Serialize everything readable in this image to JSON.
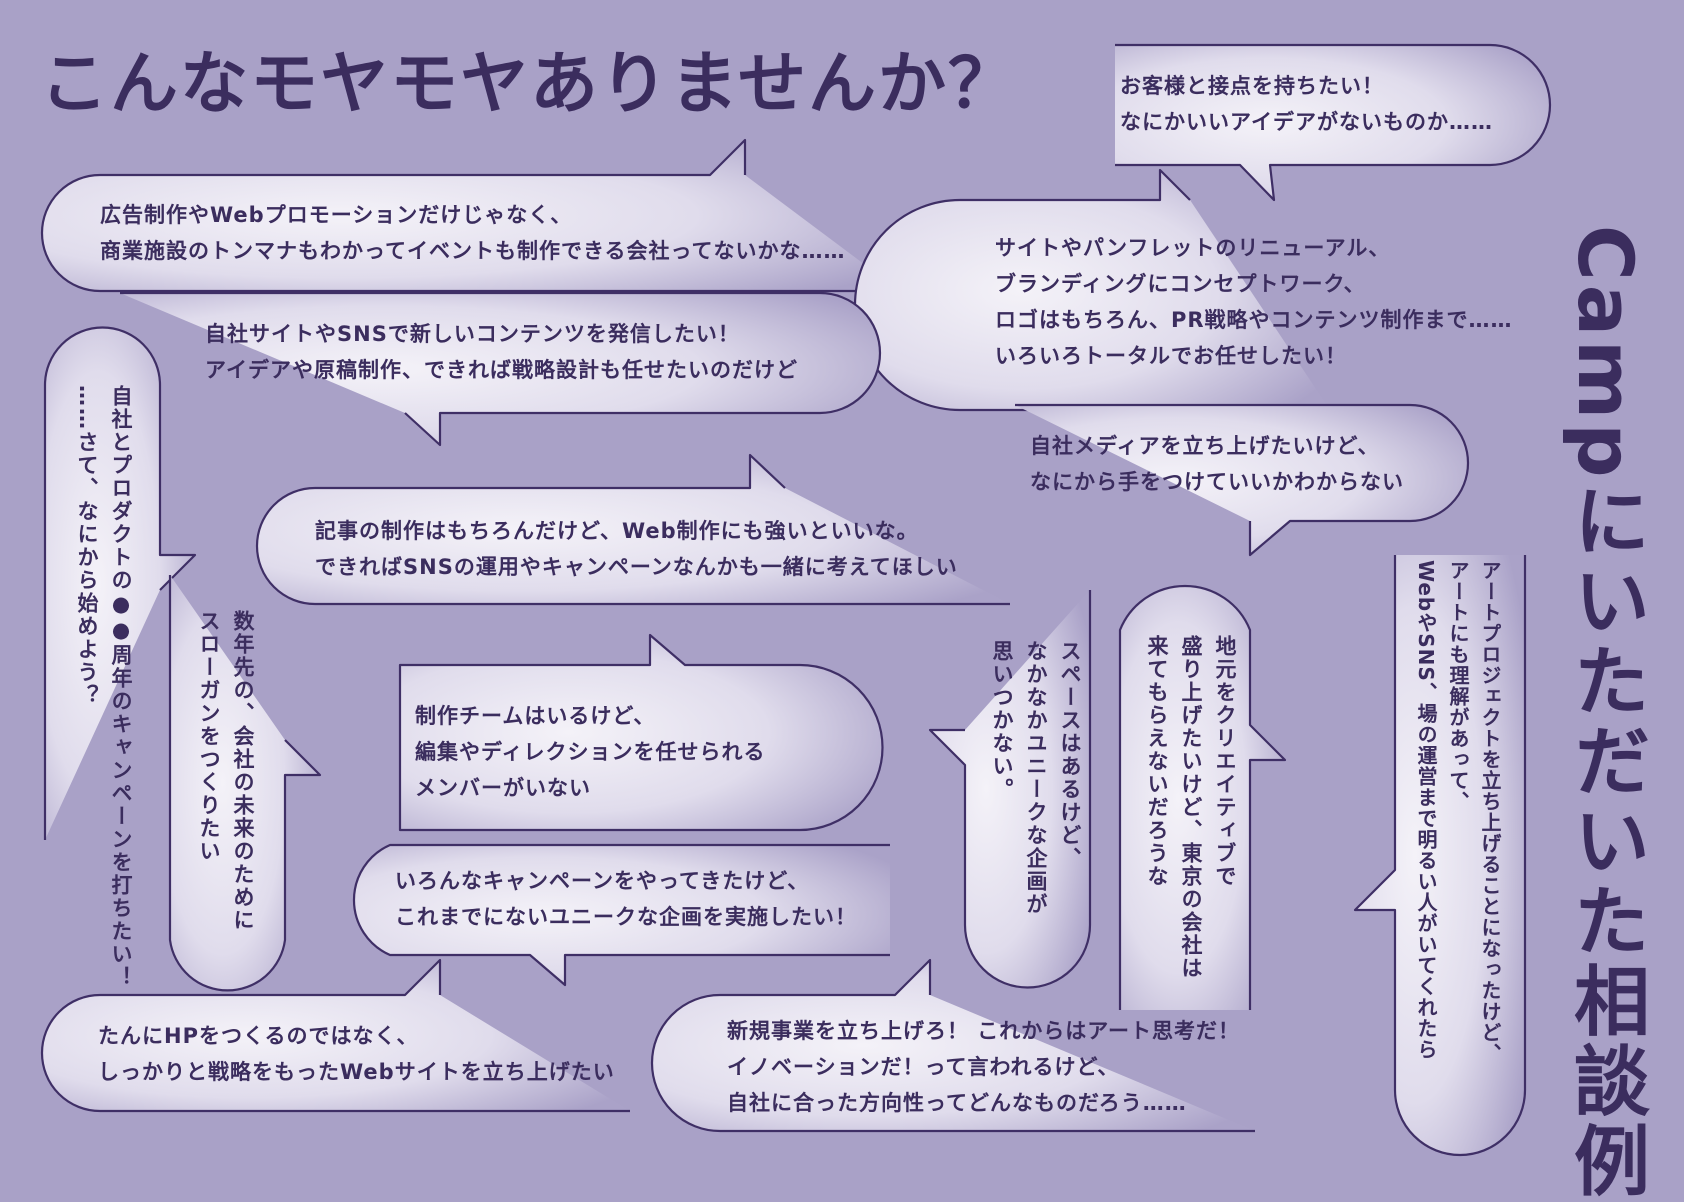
{
  "title": "こんなモヤモヤありませんか？",
  "side_heading": "Campにいただいた相談例",
  "bubbles": {
    "b1": {
      "lines": [
        "お客様と接点を持ちたい！",
        "なにかいいアイデアがないものか……"
      ]
    },
    "b2": {
      "lines": [
        "広告制作やWebプロモーションだけじゃなく、",
        "商業施設のトンマナもわかってイベントも制作できる会社ってないかな……"
      ]
    },
    "b3": {
      "lines": [
        "サイトやパンフレットのリニューアル、",
        "ブランディングにコンセプトワーク、",
        "ロゴはもちろん、PR戦略やコンテンツ制作まで……",
        "いろいろトータルでお任せしたい！"
      ]
    },
    "b4": {
      "lines": [
        "自社サイトやSNSで新しいコンテンツを発信したい！",
        "アイデアや原稿制作、できれば戦略設計も任せたいのだけど"
      ]
    },
    "b5": {
      "lines": [
        "自社メディアを立ち上げたいけど、",
        "なにから手をつけていいかわからない"
      ]
    },
    "b6": {
      "lines": [
        "記事の制作はもちろんだけど、Web制作にも強いといいな。",
        "できればSNSの運用やキャンペーンなんかも一緒に考えてほしい"
      ]
    },
    "b7": {
      "lines": [
        "自社とプロダクトの●●周年のキャンペーンを打ちたい！",
        "……さて、なにから始めよう？"
      ]
    },
    "b8": {
      "lines": [
        "数年先の、会社の未来のために",
        "スローガンをつくりたい"
      ]
    },
    "b9": {
      "lines": [
        "制作チームはいるけど、",
        "編集やディレクションを任せられる",
        "メンバーがいない"
      ]
    },
    "b10": {
      "lines": [
        "スペースはあるけど、",
        "なかなかユニークな企画が",
        "思いつかない。"
      ]
    },
    "b11": {
      "lines": [
        "地元をクリエイティブで",
        "盛り上げたいけど、東京の会社は",
        "来てもらえないだろうな"
      ]
    },
    "b12": {
      "lines": [
        "アートプロジェクトを立ち上げることになったけど、",
        "アートにも理解があって、",
        "WebやSNS、場の運営まで明るい人がいてくれたら"
      ]
    },
    "b13": {
      "lines": [
        "いろんなキャンペーンをやってきたけど、",
        "これまでにないユニークな企画を実施したい！"
      ]
    },
    "b14": {
      "lines": [
        "たんにHPをつくるのではなく、",
        "しっかりと戦略をもったWebサイトを立ち上げたい"
      ]
    },
    "b15": {
      "lines": [
        "新規事業を立ち上げろ！ これからはアート思考だ！",
        "イノベーションだ！って言われるけど、",
        "自社に合った方向性ってどんなものだろう……"
      ]
    }
  },
  "colors": {
    "background": "#a9a1c7",
    "ink": "#3b2d5e",
    "bubble_light": "#f2f0f7",
    "bubble_dark": "#b9b2d3"
  }
}
